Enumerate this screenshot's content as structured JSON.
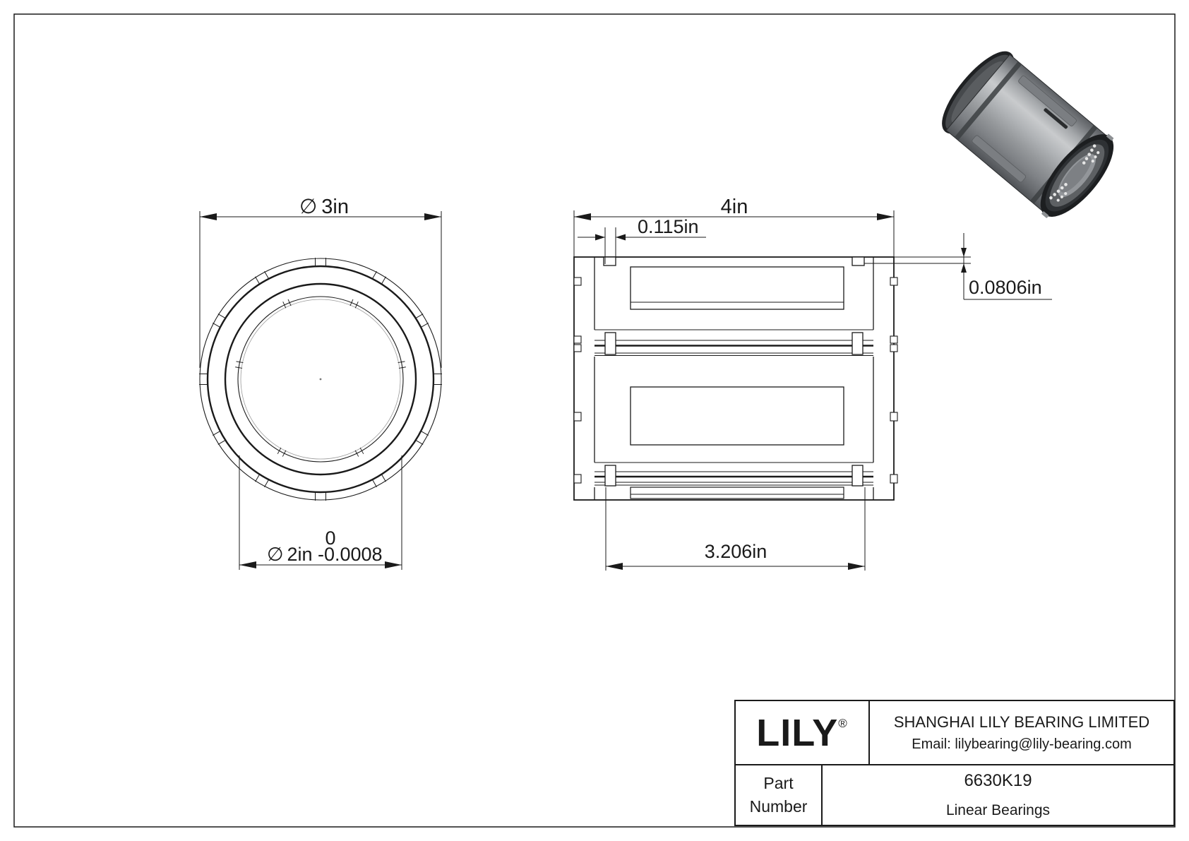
{
  "front_view": {
    "dia_symbol": "∅",
    "outer_dia": "3in",
    "bore_dia": "2in",
    "bore_tol_upper": "0",
    "bore_tol_lower": "-0.0008"
  },
  "side_view": {
    "length": "4in",
    "notch_width": "0.115in",
    "groove_depth": "0.0806in",
    "race_length": "3.206in"
  },
  "title_block": {
    "logo": "LILY",
    "registered": "®",
    "company": "SHANGHAI LILY BEARING LIMITED",
    "email": "Email: lilybearing@lily-bearing.com",
    "part_label_1": "Part",
    "part_label_2": "Number",
    "part_number": "6630K19",
    "category": "Linear Bearings"
  },
  "colors": {
    "line": "#1a1a1a",
    "faint_line": "#9a9a9a",
    "metal_light": "#c7c9cb",
    "metal_mid": "#9a9da0",
    "metal_dark": "#55585a",
    "end_ring_dark": "#1c1e20"
  }
}
